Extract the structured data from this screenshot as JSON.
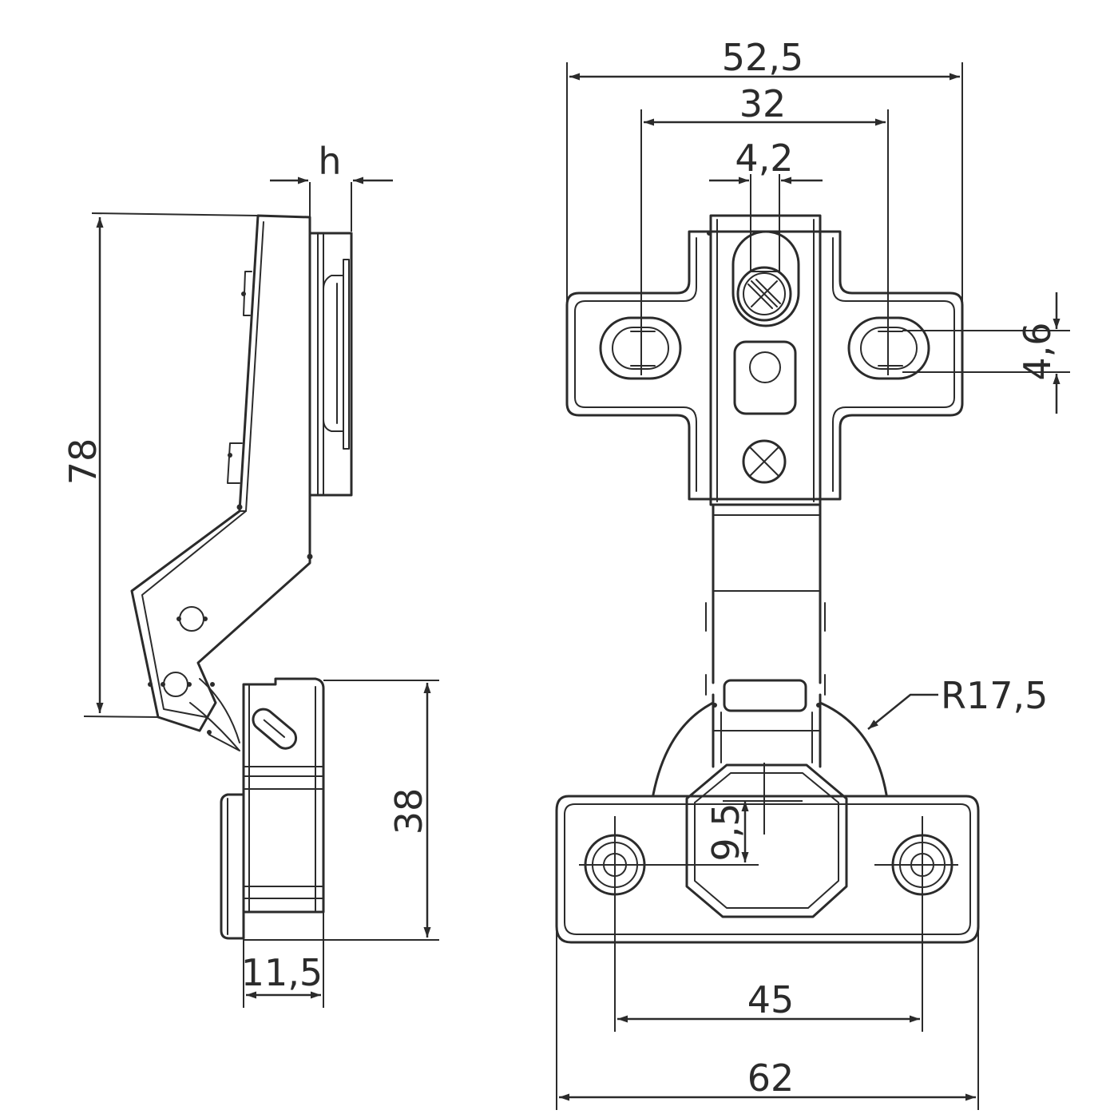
{
  "dimensions": {
    "overall_width": "52,5",
    "hole_spacing": "32",
    "slot_width": "4,2",
    "slot_height": "4,6",
    "side_height": "78",
    "cup_depth": "h",
    "cup_height": "38",
    "cup_offset": "11,5",
    "cup_radius": "R17,5",
    "center_offset": "9,5",
    "base_hole_spacing": "45",
    "base_width": "62"
  },
  "colors": {
    "line": "#2b2b2b",
    "background": "#ffffff"
  }
}
